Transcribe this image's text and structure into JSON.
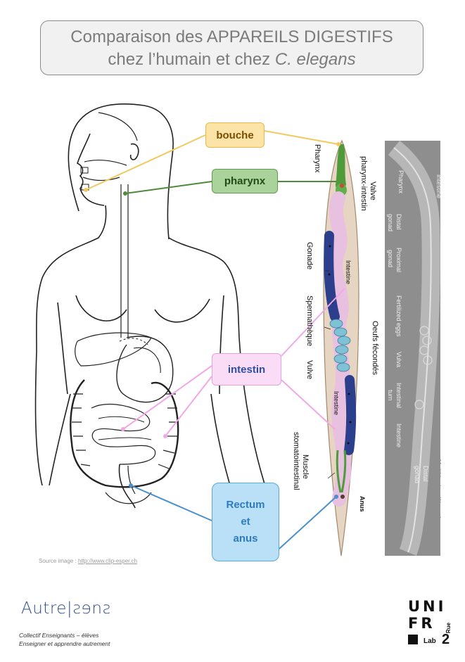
{
  "title": {
    "line1": "Comparaison des APPAREILS DIGESTIFS",
    "line2_prefix": "chez l’humain et chez ",
    "line2_species": "C. elegans"
  },
  "labels": {
    "bouche": "bouche",
    "pharynx": "pharynx",
    "intestin": "intestin",
    "rectum": [
      "Rectum",
      "et",
      "anus"
    ]
  },
  "worm_labels": {
    "pharynx": "Pharynx",
    "valve": [
      "Valve",
      "pharynx-intestin"
    ],
    "gonade": "Gonade",
    "spermatheque": "Spermathèque",
    "vulve": "Vulve",
    "oeufs": "Oeufs fécondés",
    "muscle": [
      "Muscle",
      "stomatointestinal"
    ],
    "anus": "Anus",
    "intestine_a": "Intestine",
    "intestine_b": "Intestine"
  },
  "micrograph_labels": {
    "intestine_top": "Intestine",
    "pharynx": "Pharynx",
    "distal_gonad": [
      "Distal",
      "gonad"
    ],
    "proximal_gonad": [
      "Proximal",
      "gonad"
    ],
    "fertilized_eggs": "Fertilized eggs",
    "vulva": "Vulva",
    "intestinal_turn": [
      "Intestinal",
      "turn"
    ],
    "intestine_bottom": "Intestine",
    "distal_gonad_bottom": [
      "Distal",
      "gonad"
    ]
  },
  "source": {
    "prefix": "Source image : ",
    "link": "http://www.clip-esper.ch"
  },
  "credit": {
    "prefix": "Modifié selon : ",
    "link": "Wormatlas.org"
  },
  "logo_autre": {
    "name": "Autre|ꙅɘnꙅ",
    "line1": "Collectif Enseignants – élèves",
    "line2": "Enseigner et apprendre autrement"
  },
  "logo_unifr": {
    "row1": "UNI",
    "row2": "FR",
    "rue": "Rue",
    "lab": "Lab",
    "number": "2"
  },
  "colors": {
    "bouche": "#e9b84d",
    "pharynx": "#4f8a3c",
    "intestin": "#f0a8e6",
    "rectum": "#4a90cc"
  }
}
